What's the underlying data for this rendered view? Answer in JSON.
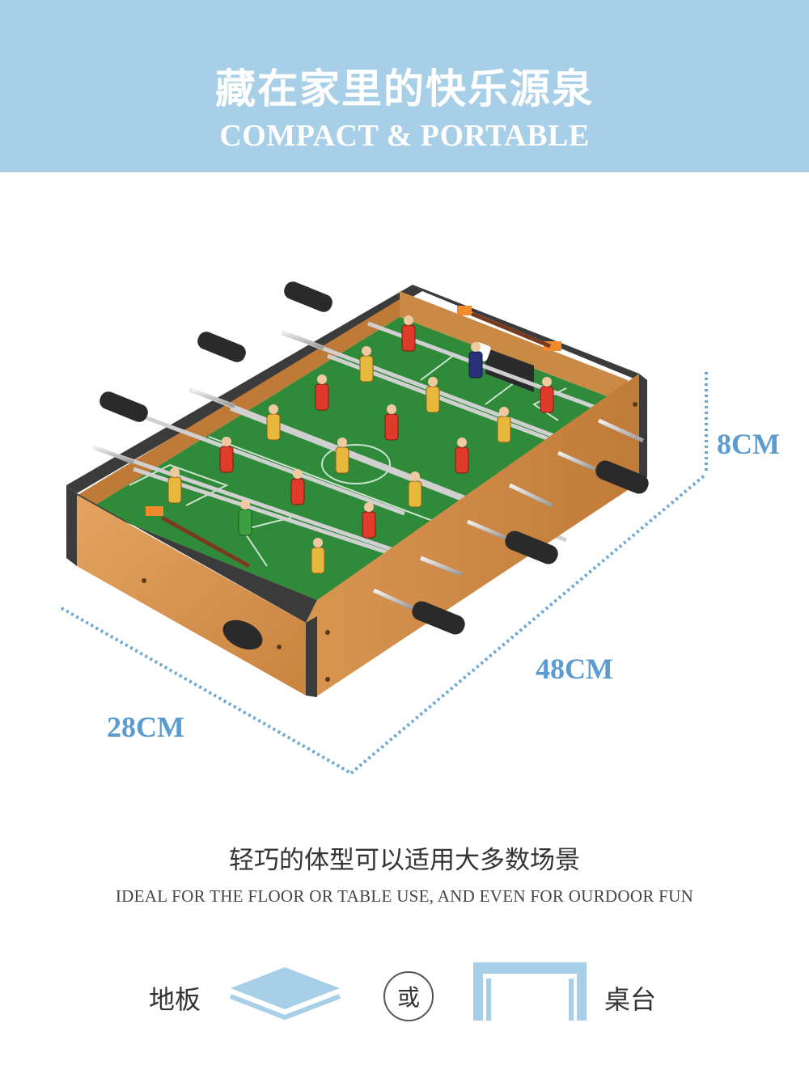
{
  "header": {
    "title_cn": "藏在家里的快乐源泉",
    "title_en": "COMPACT & PORTABLE",
    "background_color": "#a7cfe8"
  },
  "dimensions": {
    "height_label": "8CM",
    "length_label": "48CM",
    "width_label": "28CM",
    "label_color": "#5a9bd0"
  },
  "product": {
    "image_name": "tabletop-foosball-table"
  },
  "usage": {
    "subtitle_cn": "轻巧的体型可以适用大多数场景",
    "subtitle_en": "IDEAL FOR THE FLOOR OR TABLE USE, AND EVEN FOR OURDOOR FUN",
    "floor_label": "地板",
    "or_label": "或",
    "table_label": "桌台",
    "icon_color": "#a7cfe8"
  }
}
